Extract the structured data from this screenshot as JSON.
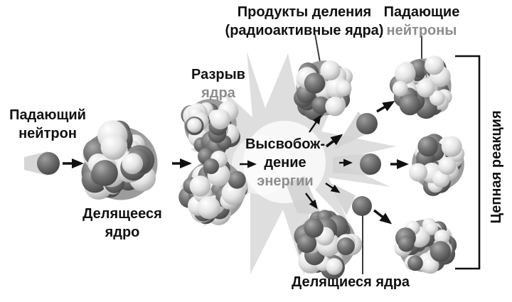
{
  "diagram": {
    "labels": {
      "incident_neutron": {
        "line1": "Падающий",
        "line2": "нейтрон"
      },
      "fissile_nucleus": {
        "line1": "Делящееся",
        "line2": "ядро"
      },
      "nucleus_rupture": {
        "line1": "Разрыв",
        "line2": "ядра"
      },
      "energy_release": {
        "line1": "Высвобож-",
        "line2": "дение",
        "line3": "энергии"
      },
      "fission_products": {
        "line1": "Продукты деления",
        "line2": "(радиоактивные ядра)"
      },
      "incident_neutrons": {
        "line1": "Падающие",
        "line2": "нейтроны"
      },
      "fissile_nuclei": {
        "text": "Делящиеся ядра"
      },
      "chain_reaction": {
        "text": "Цепная реакция"
      }
    },
    "colors": {
      "text_primary": "#111111",
      "text_secondary": "#8d8d8d",
      "background": "#ffffff",
      "sphere_dark": "#5a5a5a",
      "sphere_light": "#e2e2e2",
      "starburst": "#dedede",
      "trail": "#d2d2d2",
      "line": "#111111",
      "leader": "#3a3a3a"
    }
  }
}
